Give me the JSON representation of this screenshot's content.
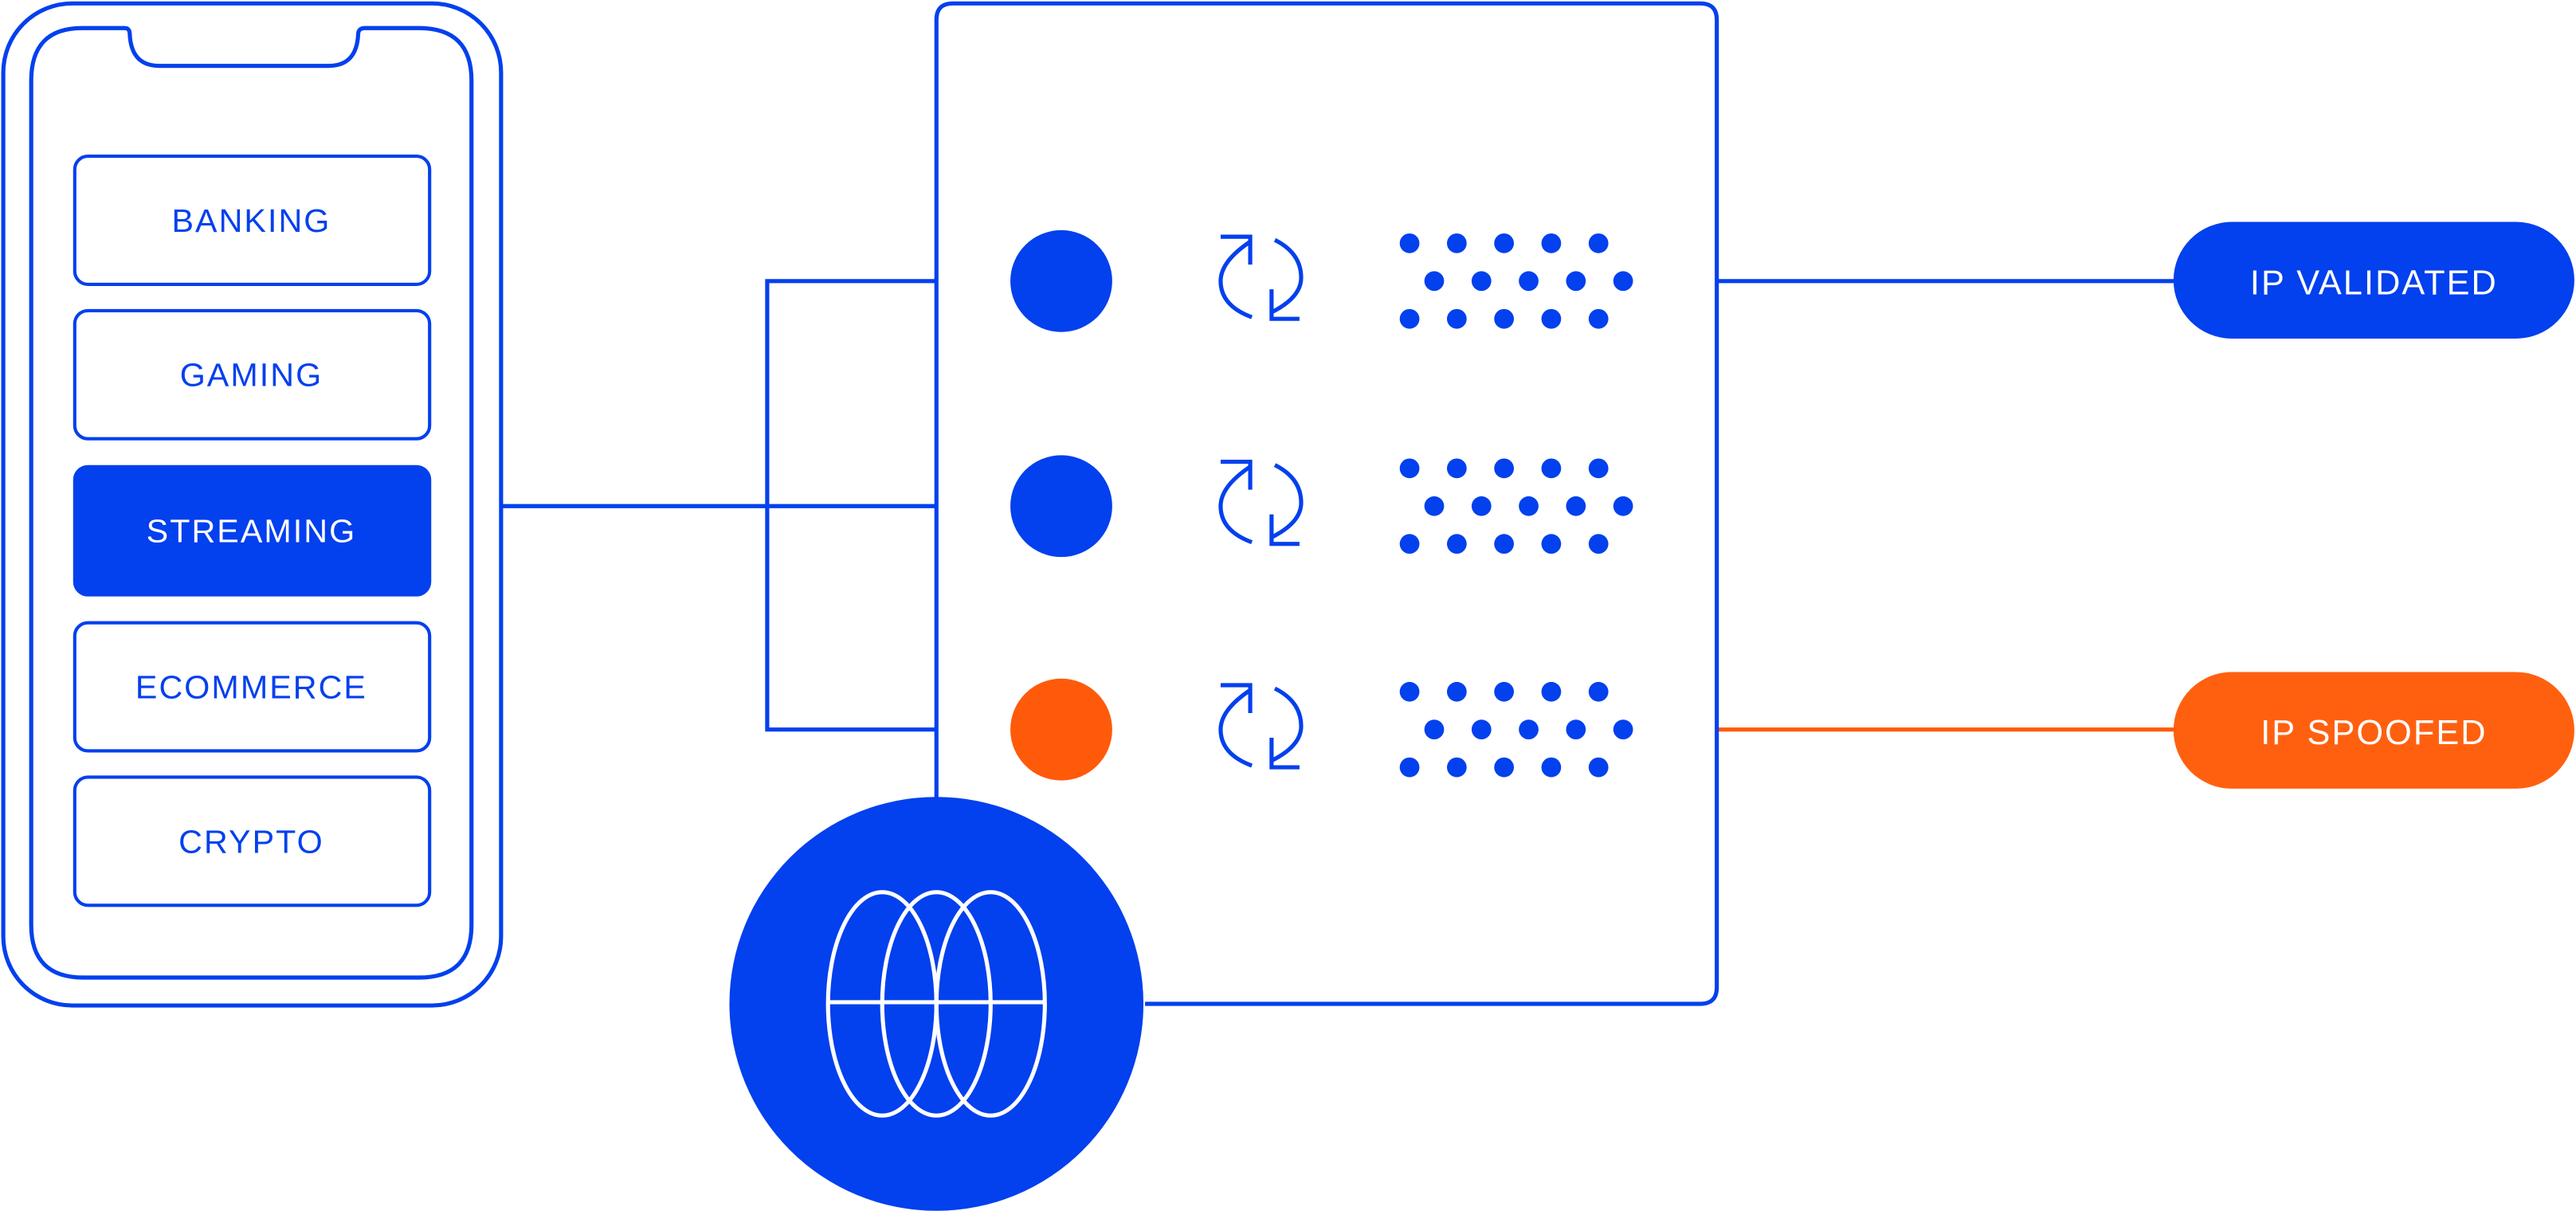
{
  "colors": {
    "primary": "#0340EE",
    "danger": "#FF5A0A",
    "background": "#FFFFFF"
  },
  "phone": {
    "categories": [
      {
        "label": "BANKING",
        "selected": false
      },
      {
        "label": "GAMING",
        "selected": false
      },
      {
        "label": "STREAMING",
        "selected": true
      },
      {
        "label": "ECOMMERCE",
        "selected": false
      },
      {
        "label": "CRYPTO",
        "selected": false
      }
    ]
  },
  "server": {
    "rows": [
      {
        "status": "valid",
        "icon": "refresh-icon"
      },
      {
        "status": "valid",
        "icon": "refresh-icon"
      },
      {
        "status": "spoofed",
        "icon": "refresh-icon"
      }
    ],
    "globe_icon": "globe-icon"
  },
  "results": {
    "validated": "IP VALIDATED",
    "spoofed": "IP SPOOFED"
  }
}
